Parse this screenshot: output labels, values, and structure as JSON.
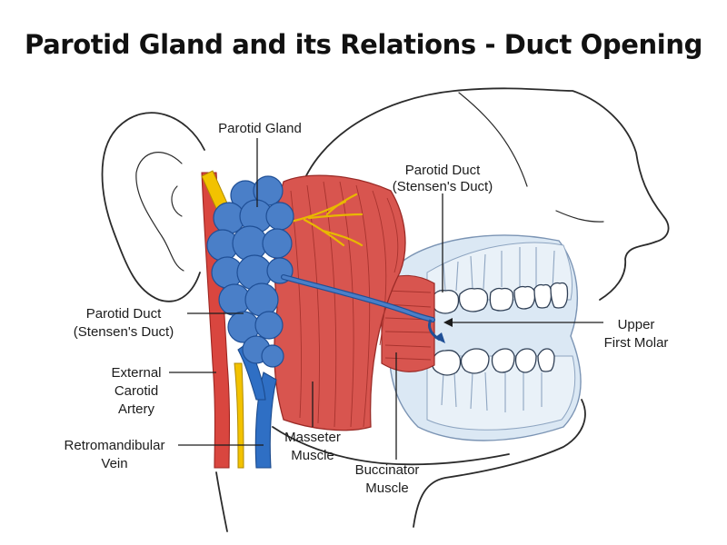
{
  "title": "Parotid Gland and its Relations - Duct Opening",
  "labels": {
    "parotid_gland": "Parotid Gland",
    "duct_top_line1": "Parotid Duct",
    "duct_top_line2": "(Stensen's Duct)",
    "duct_left_line1": "Parotid Duct",
    "duct_left_line2": "(Stensen's Duct)",
    "molar_line1": "Upper",
    "molar_line2": "First Molar",
    "artery_line1": "External",
    "artery_line2": "Carotid",
    "artery_line3": "Artery",
    "vein_line1": "Retromandibular",
    "vein_line2": "Vein",
    "masseter_line1": "Masseter",
    "masseter_line2": "Muscle",
    "buccinator_line1": "Buccinator",
    "buccinator_line2": "Muscle"
  },
  "colors": {
    "gland": "#4a7fc8",
    "muscle": "#d8554f",
    "artery": "#d9463f",
    "vein": "#2f6fc4",
    "nerve": "#f2c200",
    "teeth_region": "#dbe8f4"
  }
}
